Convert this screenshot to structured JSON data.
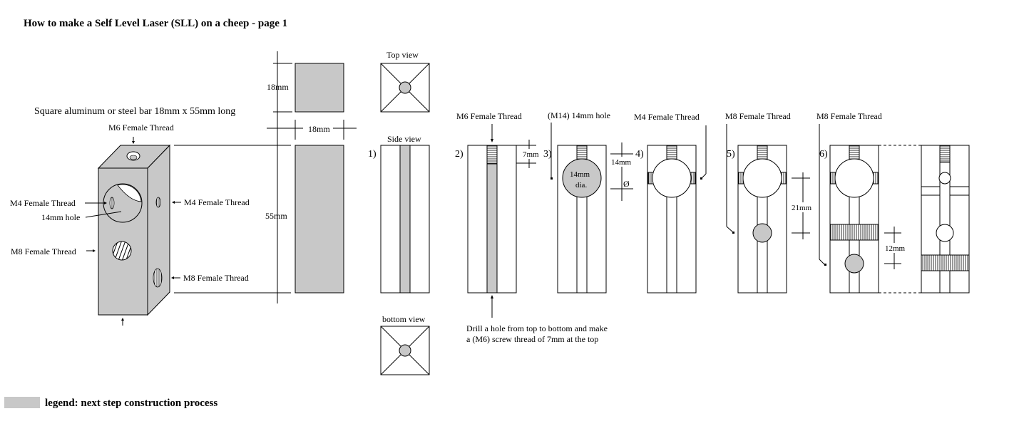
{
  "title": "How to make a Self Level Laser (SLL) on a cheep  - page 1",
  "bar_description": "Square aluminum or steel bar 18mm x 55mm long",
  "block_labels": {
    "m6_top": "M6 Female Thread",
    "m4_left": "M4 Female Thread",
    "hole_14": "14mm hole",
    "m4_right": "M4 Female Thread",
    "m8_left": "M8 Female Thread",
    "m8_right": "M8 Female Thread"
  },
  "dimensions": {
    "d18_vertical": "18mm",
    "d18_horizontal": "18mm",
    "d55": "55mm"
  },
  "views": {
    "top": "Top view",
    "side": "Side view",
    "bottom": "bottom view"
  },
  "steps": {
    "s1": "1)",
    "s2": "2)",
    "s2_label": "M6 Female Thread",
    "s2_dim": "7mm",
    "s2_note_line1": "Drill a hole from top to bottom and make",
    "s2_note_line2": "a (M6) screw thread of 7mm at the top",
    "s3": "3)",
    "s3_label": "(M14) 14mm hole",
    "s3_hole_line1": "14mm",
    "s3_hole_line2": "dia.",
    "s3_dim": "14mm",
    "s3_dia": "Ø",
    "s4": "4)",
    "s4_label": "M4 Female Thread",
    "s5": "5)",
    "s5_label": "M8 Female Thread",
    "s5_dim": "21mm",
    "s6": "6)",
    "s6_label": "M8 Female Thread",
    "s6_dim": "12mm"
  },
  "legend": {
    "text": "legend: next step construction process",
    "swatch_color": "#c8c8c8"
  },
  "colors": {
    "fill": "#c8c8c8",
    "line": "#000000"
  }
}
